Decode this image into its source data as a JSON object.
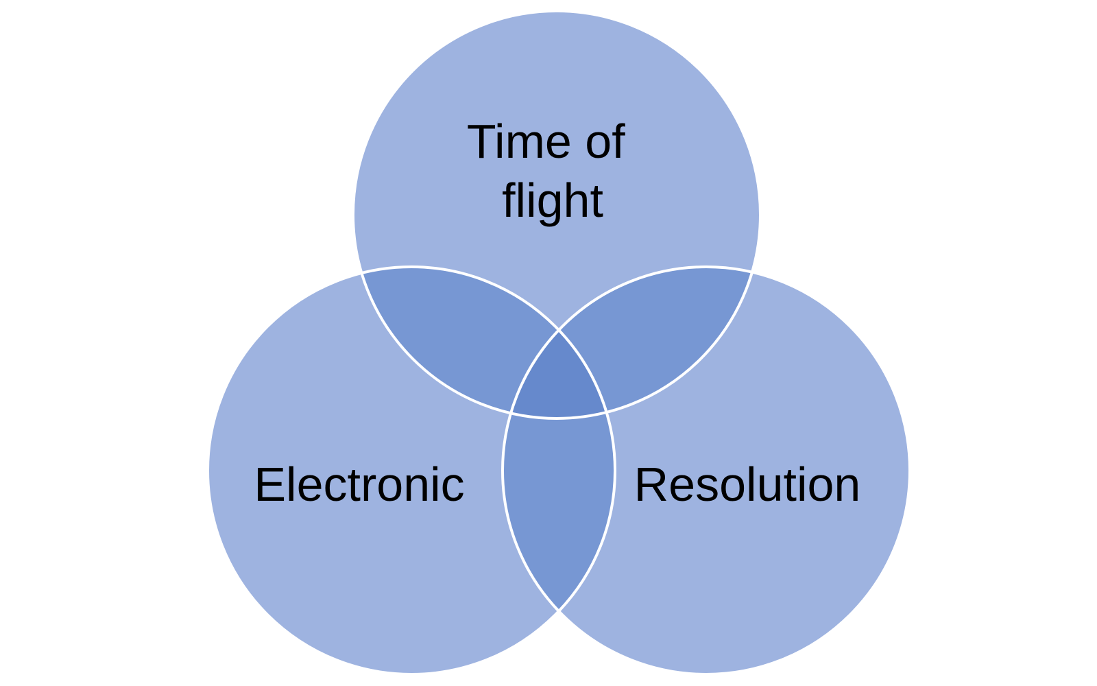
{
  "diagram": {
    "type": "venn",
    "colors": {
      "background": "#ffffff",
      "circle_fill": "#9eb3e0",
      "overlap_two": "#7797d3",
      "overlap_three": "#6689cc",
      "outline": "#ffffff",
      "label": "#000000"
    },
    "sets": [
      {
        "id": "top",
        "label_lines": [
          "Time of",
          "flight"
        ]
      },
      {
        "id": "left",
        "label_lines": [
          "Electronic"
        ]
      },
      {
        "id": "right",
        "label_lines": [
          "Resolution"
        ]
      }
    ]
  }
}
